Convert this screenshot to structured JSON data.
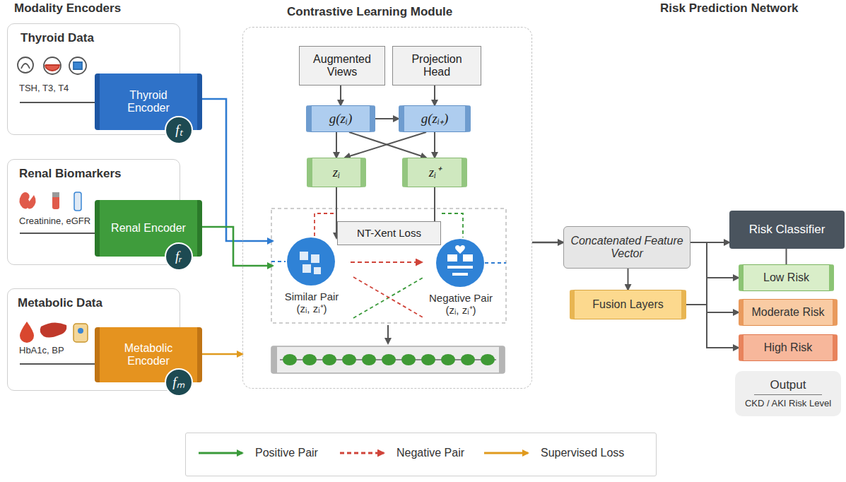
{
  "diagram": {
    "nodes": [
      {
        "text": [
          "Thyroid Data",
          "TSH, T3, T4"
        ]
      },
      {
        "text": [
          "Thyroid Encoder"
        ],
        "in": 0
      },
      {
        "text": [
          "fₜ"
        ],
        "in": 1
      },
      {
        "text": [
          "Renal Biomarkers",
          "Creatinine, eGFR"
        ]
      },
      {
        "text": [
          "Renal Encoder"
        ],
        "in": 3
      },
      {
        "text": [
          "fᵣ"
        ],
        "in": 4
      },
      {
        "text": [
          "Metabolic Data",
          "HbA1c, BP"
        ]
      },
      {
        "text": [
          "Metabolic Encoder"
        ],
        "in": 6
      },
      {
        "text": [
          "fₘ"
        ],
        "in": 7
      },
      {
        "text": [
          "Contrastive Learning Module"
        ]
      },
      {
        "text": [
          "Augmented Views"
        ],
        "in": 9
      },
      {
        "text": [
          "Projection Head"
        ],
        "in": 9
      },
      {
        "text": [
          "g(zᵢ)"
        ],
        "in": 9
      },
      {
        "text": [
          "g(zᵢ₊)"
        ],
        "in": 9
      },
      {
        "text": [
          "zᵢ"
        ],
        "in": 9
      },
      {
        "text": [
          "zᵢ⁺"
        ],
        "in": 9
      },
      {
        "text": [
          "NT-Xent Loss"
        ],
        "in": 9
      },
      {
        "text": [
          "Similar Pair",
          "(zᵢ, zᵢ⁺)"
        ],
        "in": 9
      },
      {
        "text": [
          "Negative Pair",
          "(zᵢ, zᵢ⁺)"
        ],
        "in": 9
      },
      {
        "text": [
          "Concatenated Feature Vector"
        ]
      },
      {
        "text": [
          "Fusion Layers"
        ]
      },
      {
        "text": [
          "Risk Classifier"
        ]
      },
      {
        "text": [
          "Low Risk"
        ]
      },
      {
        "text": [
          "Moderate Risk"
        ]
      },
      {
        "text": [
          "High Risk"
        ]
      },
      {
        "text": [
          "Output",
          "CKD / AKI Risk Level"
        ]
      }
    ],
    "edges": [
      {
        "from": 1,
        "to": 17,
        "arrow": "to"
      },
      {
        "from": 4,
        "to": 17,
        "arrow": "to"
      },
      {
        "from": 7,
        "to": 9,
        "arrow": "to"
      },
      {
        "from": 10,
        "to": 12,
        "arrow": "to"
      },
      {
        "from": 11,
        "to": 13,
        "arrow": "to"
      },
      {
        "from": 12,
        "to": 13,
        "arrow": "to"
      },
      {
        "from": 12,
        "to": 14,
        "arrow": "to"
      },
      {
        "from": 12,
        "to": 15,
        "arrow": "to"
      },
      {
        "from": 13,
        "to": 14,
        "arrow": "to"
      },
      {
        "from": 13,
        "to": 15,
        "arrow": "to"
      },
      {
        "from": 14,
        "to": 17,
        "arrow": "to"
      },
      {
        "from": 15,
        "to": 18,
        "arrow": "to"
      },
      {
        "from": 17,
        "to": 18,
        "arrow": "to"
      },
      {
        "from": 9,
        "to": 19,
        "arrow": "to"
      },
      {
        "from": 19,
        "to": 20,
        "arrow": "to"
      },
      {
        "from": 19,
        "to": 21,
        "arrow": "to"
      },
      {
        "from": 19,
        "to": 22,
        "arrow": "to"
      },
      {
        "from": 19,
        "to": 23,
        "arrow": "to"
      },
      {
        "from": 19,
        "to": 24,
        "arrow": "to"
      },
      {
        "from": 21,
        "to": 22,
        "arrow": "none"
      }
    ],
    "labels": [
      "Modality Encoders",
      "Risk Prediction Network"
    ],
    "legend": [
      {
        "text": "Positive Pair"
      },
      {
        "text": "Negative Pair"
      },
      {
        "text": "Supervised Loss"
      }
    ]
  }
}
